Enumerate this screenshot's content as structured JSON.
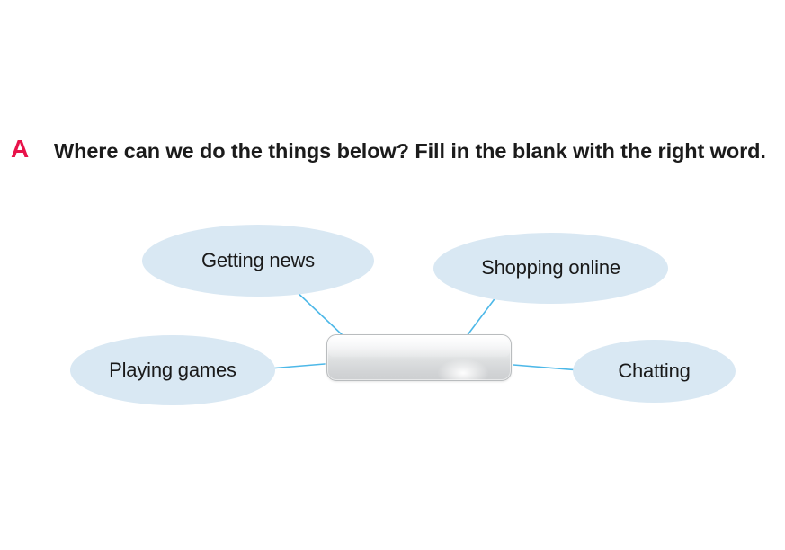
{
  "exercise": {
    "marker": "A",
    "instruction": "Where can we do the things below? Fill in the blank with the right word."
  },
  "diagram": {
    "type": "mind-map",
    "center": {
      "name": "answer-blank",
      "value": "",
      "shape": "rounded-rectangle",
      "style": "glossy-silver"
    },
    "nodes": [
      {
        "id": "getting-news",
        "label": "Getting news",
        "position": "top-left"
      },
      {
        "id": "shopping-online",
        "label": "Shopping online",
        "position": "top-right"
      },
      {
        "id": "playing-games",
        "label": "Playing games",
        "position": "bottom-left"
      },
      {
        "id": "chatting",
        "label": "Chatting",
        "position": "bottom-right"
      }
    ],
    "connectors": [
      {
        "from": "getting-news",
        "to": "answer-blank"
      },
      {
        "from": "shopping-online",
        "to": "answer-blank"
      },
      {
        "from": "playing-games",
        "to": "answer-blank"
      },
      {
        "from": "chatting",
        "to": "answer-blank"
      }
    ]
  },
  "colors": {
    "marker": "#e8134a",
    "node_fill": "#d9e8f3",
    "connector": "#4db8e8",
    "text": "#1a1a1a",
    "background": "#ffffff"
  }
}
